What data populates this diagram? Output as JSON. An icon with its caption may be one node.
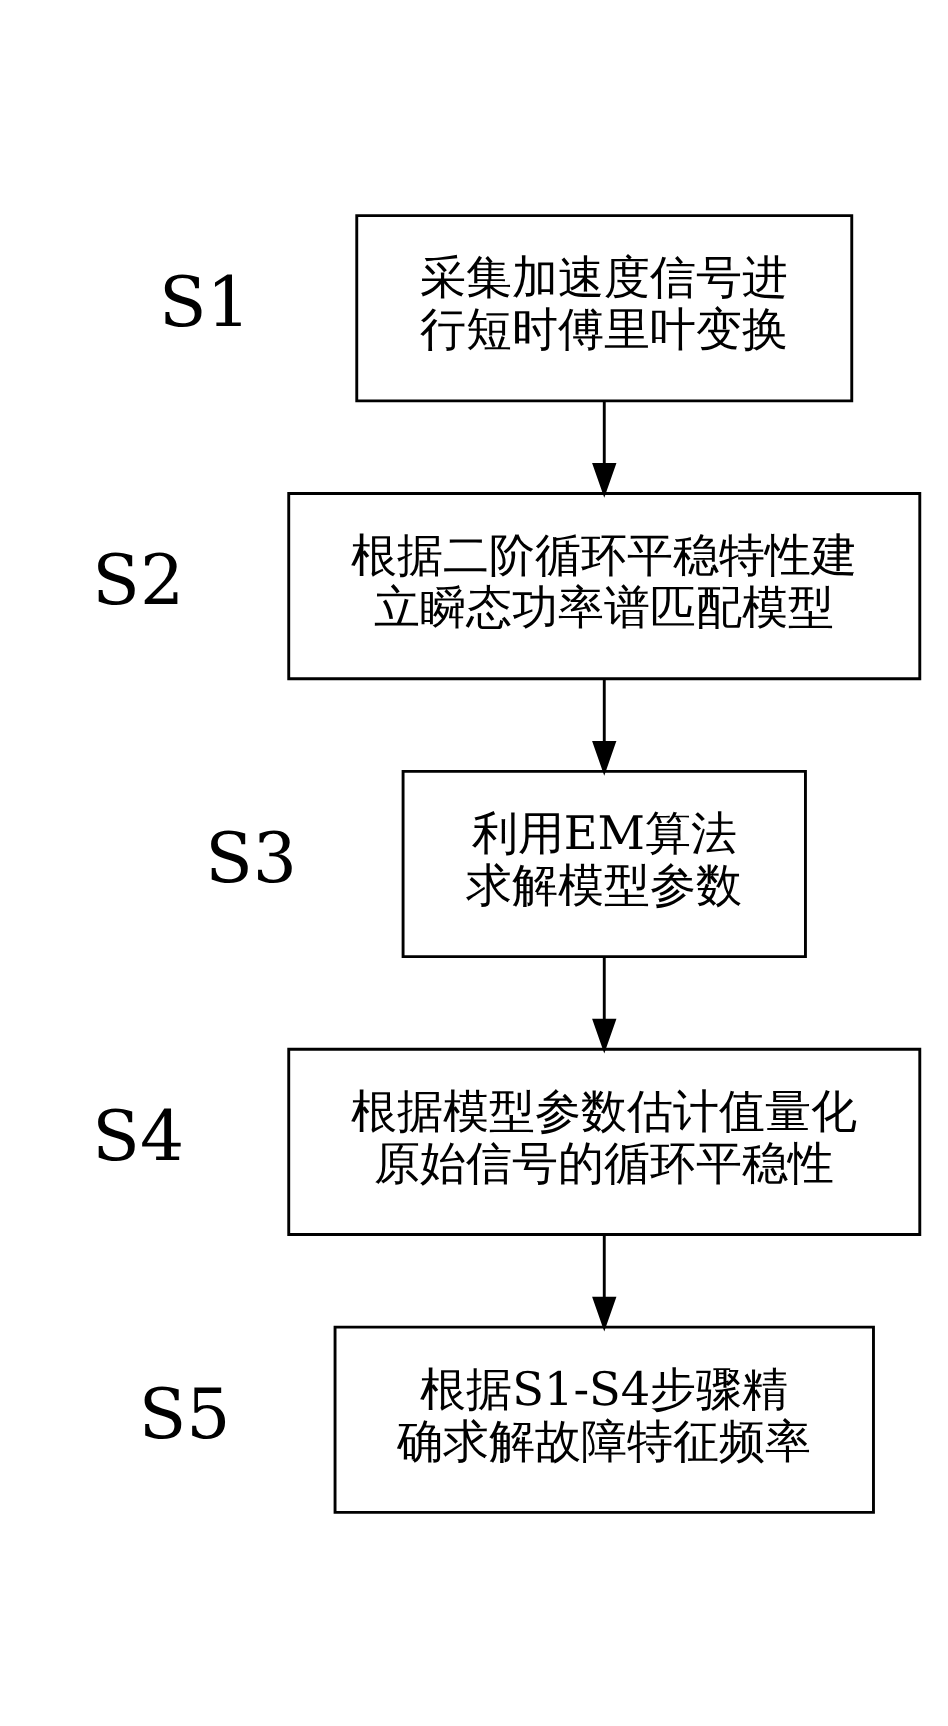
{
  "diagram": {
    "nodes": [
      {
        "text": [
          "采集加速度信号进行短时傅里叶变换"
        ],
        "beside": [
          "S1"
        ]
      },
      {
        "text": [
          "根据二阶循环平稳特性建立瞬态功率谱匹配模型"
        ],
        "beside": [
          "S2"
        ]
      },
      {
        "text": [
          "利用EM算法求解模型参数"
        ],
        "beside": [
          "S3"
        ]
      },
      {
        "text": [
          "根据模型参数估计值量化原始信号的循环平稳性"
        ],
        "beside": [
          "S4"
        ]
      },
      {
        "text": [
          "根据S1-S4步骤精确求解故障特征频率"
        ],
        "beside": [
          "S5"
        ]
      }
    ],
    "edges": [
      {
        "from": 0,
        "to": 1,
        "arrow": "to"
      },
      {
        "from": 1,
        "to": 2,
        "arrow": "to"
      },
      {
        "from": 2,
        "to": 3,
        "arrow": "to"
      },
      {
        "from": 3,
        "to": 4,
        "arrow": "to"
      }
    ]
  }
}
